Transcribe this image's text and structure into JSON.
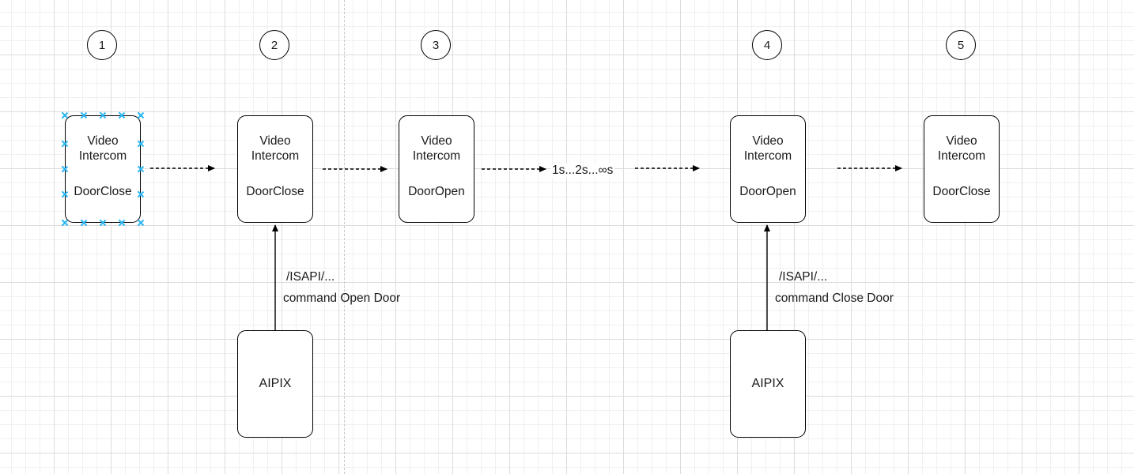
{
  "steps": [
    "1",
    "2",
    "3",
    "4",
    "5"
  ],
  "intercom_nodes": [
    {
      "title_line1": "Video",
      "title_line2": "Intercom",
      "state": "DoorClose"
    },
    {
      "title_line1": "Video",
      "title_line2": "Intercom",
      "state": "DoorClose"
    },
    {
      "title_line1": "Video",
      "title_line2": "Intercom",
      "state": "DoorOpen"
    },
    {
      "title_line1": "Video",
      "title_line2": "Intercom",
      "state": "DoorOpen"
    },
    {
      "title_line1": "Video",
      "title_line2": "Intercom",
      "state": "DoorClose"
    }
  ],
  "aipix_nodes": [
    {
      "label": "AIPIX"
    },
    {
      "label": "AIPIX"
    }
  ],
  "commands": [
    {
      "path": "/ISAPI/...",
      "text": "command Open Door"
    },
    {
      "path": "/ISAPI/...",
      "text": "command Close Door"
    }
  ],
  "wait_label": "1s...2s...∞s",
  "selection_color": "#29b6f2"
}
